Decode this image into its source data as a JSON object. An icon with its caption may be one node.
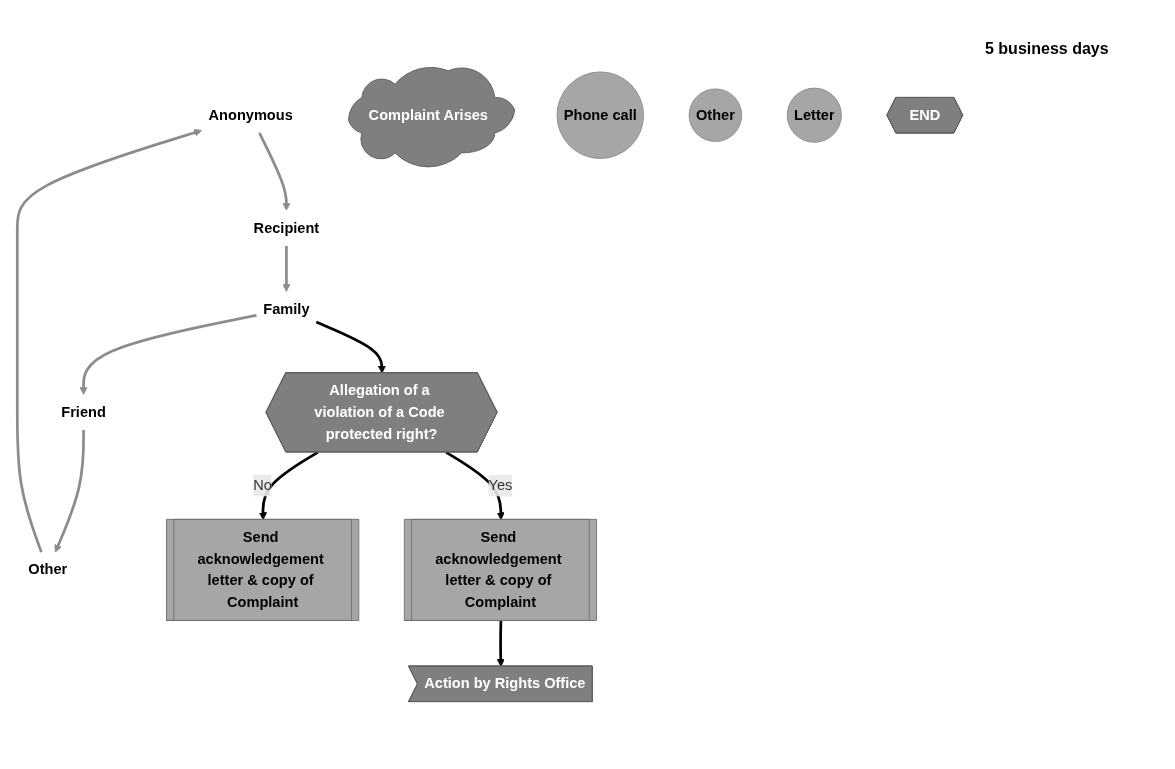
{
  "diagram": {
    "nodes": [
      {
        "text": [
          "Anonymous"
        ]
      },
      {
        "text": [
          "Recipient"
        ]
      },
      {
        "text": [
          "Complaint Arises"
        ]
      },
      {
        "text": [
          "Phone call"
        ]
      },
      {
        "text": [
          "Other"
        ]
      },
      {
        "text": [
          "Letter"
        ]
      },
      {
        "text": [
          "Other"
        ]
      },
      {
        "text": [
          "Family"
        ]
      },
      {
        "text": [
          "Friend"
        ]
      },
      {
        "text": [
          "Allegation of a violation of a Code protected right?"
        ]
      },
      {
        "text": [
          "END"
        ]
      },
      {
        "text": [
          "Send acknowledgement letter & copy of Complaint"
        ]
      },
      {
        "text": [
          "Send acknowledgement letter & copy of Complaint"
        ]
      },
      {
        "text": [
          "Action by Rights Office"
        ]
      }
    ],
    "edges": [
      {
        "from": 0,
        "to": 1,
        "arrow": "to"
      },
      {
        "from": 1,
        "to": 7,
        "arrow": "to"
      },
      {
        "from": 7,
        "to": 8,
        "arrow": "to"
      },
      {
        "from": 8,
        "to": 6,
        "arrow": "to"
      },
      {
        "from": 6,
        "to": 0,
        "arrow": "to"
      },
      {
        "from": 7,
        "to": 9,
        "arrow": "to",
        "color": "#000000"
      },
      {
        "from": 9,
        "to": 11,
        "arrow": "to",
        "label": "No",
        "color": "#000000"
      },
      {
        "from": 9,
        "to": 12,
        "arrow": "to",
        "label": "Yes",
        "color": "#000000"
      },
      {
        "from": 12,
        "to": 13,
        "arrow": "to",
        "color": "#000000"
      }
    ],
    "labels": [
      "5 business days"
    ]
  }
}
